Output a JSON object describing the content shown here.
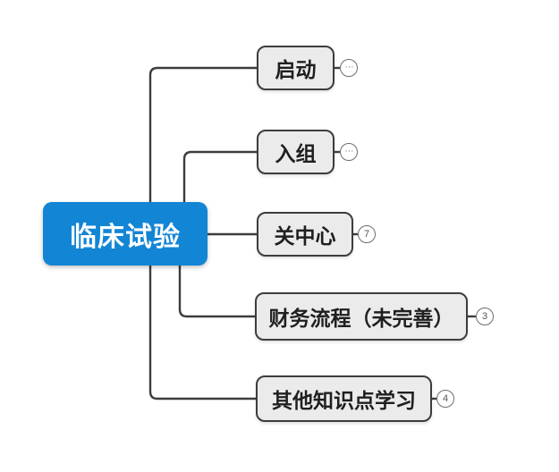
{
  "root": {
    "label": "临床试验"
  },
  "topics": [
    {
      "label": "启动",
      "badge": "⋯",
      "badge_type": "collapsed-children"
    },
    {
      "label": "入组",
      "badge": "⋯",
      "badge_type": "collapsed-children"
    },
    {
      "label": "关中心",
      "badge": "7",
      "badge_type": "child-count"
    },
    {
      "label": "财务流程（未完善）",
      "badge": "3",
      "badge_type": "child-count"
    },
    {
      "label": "其他知识点学习",
      "badge": "4",
      "badge_type": "child-count"
    }
  ],
  "colors": {
    "background": "#ffffff",
    "root_fill": "#1285d5",
    "root_text": "#ffffff",
    "child_fill": "#ebebeb",
    "child_border": "#3d3d3d",
    "connector": "#3d3d3d",
    "badge_border": "#6d6d6d",
    "badge_text": "#555555"
  }
}
